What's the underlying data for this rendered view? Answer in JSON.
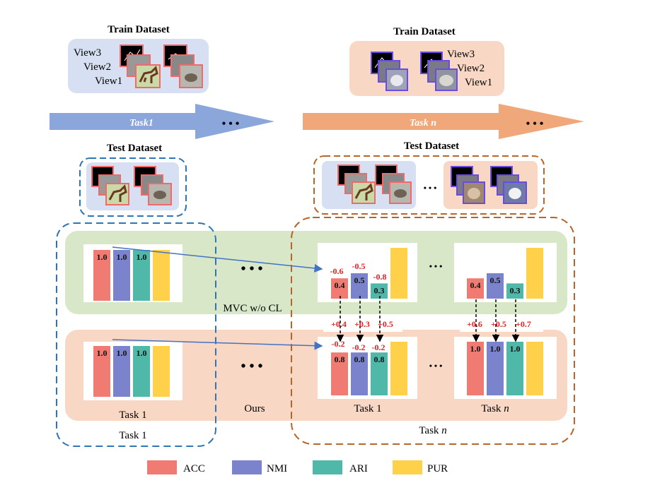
{
  "colors": {
    "acc": "#F07B72",
    "nmi": "#7B83CC",
    "ari": "#4FB8A8",
    "pur": "#FFD04A",
    "train_left_bg": "#D6E0F2",
    "train_right_bg": "#F8D8C4",
    "arrow_left": "#8AA6DB",
    "arrow_right": "#F0A87A",
    "green_band": "#D7E7C8",
    "orange_band": "#F8D8C4",
    "blue_dash": "#2E75B6",
    "orange_dash": "#B8652A",
    "delta_red": "#E32222",
    "flow_arrow": "#4472C4",
    "thumb_red": "#F06A6A",
    "thumb_purple": "#6A4CE0"
  },
  "train_left": {
    "title": "Train Dataset",
    "views": [
      "View3",
      "View2",
      "View1"
    ],
    "thumbnails": [
      "edge-map",
      "sketch",
      "horse-photo",
      "edge-map",
      "sketch",
      "bird-photo"
    ]
  },
  "train_right": {
    "title": "Train Dataset",
    "views": [
      "View3",
      "View2",
      "View1"
    ],
    "thumbnails": [
      "edge-map",
      "sketch",
      "cat-photo",
      "edge-map",
      "sketch",
      "dog-photo"
    ]
  },
  "arrows": {
    "task1": "Task1",
    "taskn": "Task n",
    "ellipsis": "• • •"
  },
  "test_left": {
    "title": "Test Dataset"
  },
  "test_right": {
    "title": "Test Dataset",
    "ellipsis": "• • •"
  },
  "rows": {
    "top_label": "MVC w/o CL",
    "bottom_label": "Ours",
    "ellipsis": "• • •",
    "small_ellipsis": "• • •"
  },
  "charts": {
    "left_top": {
      "values": [
        "1.0",
        "1.0",
        "1.0"
      ]
    },
    "left_bottom": {
      "values": [
        "1.0",
        "1.0",
        "1.0"
      ]
    },
    "mid_top": {
      "values": [
        "0.4",
        "0.5",
        "0.3"
      ],
      "deltas": [
        "-0.6",
        "-0.5",
        "-0.8"
      ]
    },
    "mid_bottom": {
      "values": [
        "0.8",
        "0.8",
        "0.8"
      ],
      "deltas": [
        "-0.2",
        "-0.2",
        "-0.2"
      ]
    },
    "right_top": {
      "values": [
        "0.4",
        "0.5",
        "0.3"
      ]
    },
    "right_bottom": {
      "values": [
        "1.0",
        "1.0",
        "1.0"
      ]
    },
    "gain_mid": [
      "+0.4",
      "+0.3",
      "+0.5"
    ],
    "gain_right": [
      "+0.6",
      "+0.5",
      "+0.7"
    ]
  },
  "labels": {
    "left_chart_task": "Task 1",
    "left_box_task": "Task 1",
    "mid_chart_task": "Task 1",
    "right_chart_task_prefix": "Task ",
    "right_chart_task_italic": "n",
    "right_box_task_prefix": "Task ",
    "right_box_task_italic": "n"
  },
  "legend": [
    {
      "label": "ACC",
      "color": "#F07B72"
    },
    {
      "label": "NMI",
      "color": "#7B83CC"
    },
    {
      "label": "ARI",
      "color": "#4FB8A8"
    },
    {
      "label": "PUR",
      "color": "#FFD04A"
    }
  ]
}
